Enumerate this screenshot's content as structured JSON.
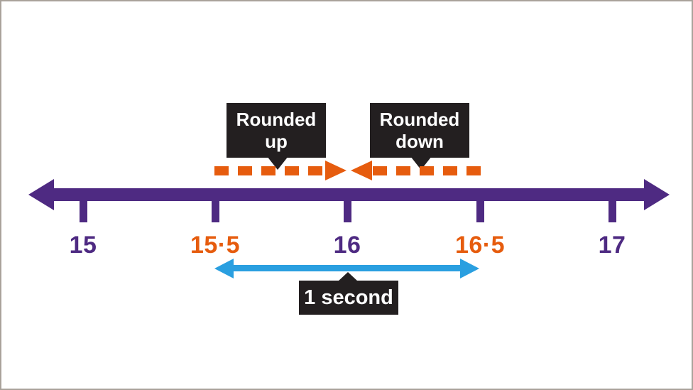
{
  "colors": {
    "purple": "#4e2a82",
    "orange": "#e65c0e",
    "blue": "#2a9fe0",
    "callout_black": "#231f20",
    "frame_border": "#a9a29b",
    "background": "#ffffff"
  },
  "callouts": {
    "rounded_up": {
      "line1": "Rounded",
      "line2": "up"
    },
    "rounded_down": {
      "line1": "Rounded",
      "line2": "down"
    },
    "interval": {
      "label": "1 second"
    }
  },
  "number_line": {
    "min": 15,
    "max": 17,
    "ticks": [
      {
        "label": "15",
        "value": 15,
        "color_role": "purple"
      },
      {
        "label": "15·5",
        "value": 15.5,
        "color_role": "orange"
      },
      {
        "label": "16",
        "value": 16,
        "color_role": "purple"
      },
      {
        "label": "16·5",
        "value": 16.5,
        "color_role": "orange"
      },
      {
        "label": "17",
        "value": 17,
        "color_role": "purple"
      }
    ]
  },
  "arrows": {
    "rounded_up_arrow": {
      "from": 15.5,
      "to": 16,
      "style": "dashed",
      "direction": "right",
      "color_role": "orange"
    },
    "rounded_down_arrow": {
      "from": 16.5,
      "to": 16,
      "style": "dashed",
      "direction": "left",
      "color_role": "orange"
    },
    "interval_arrow": {
      "from": 15.5,
      "to": 16.5,
      "style": "solid",
      "direction": "both",
      "color_role": "blue"
    },
    "number_line_axis": {
      "from": 15,
      "to": 17,
      "style": "solid",
      "direction": "both",
      "color_role": "purple"
    }
  },
  "icons": {
    "axis_arrowheads": "css-triangle",
    "dashed_arrowheads": "css-triangle",
    "interval_arrowheads": "css-triangle",
    "callout_tails": "css-triangle"
  }
}
